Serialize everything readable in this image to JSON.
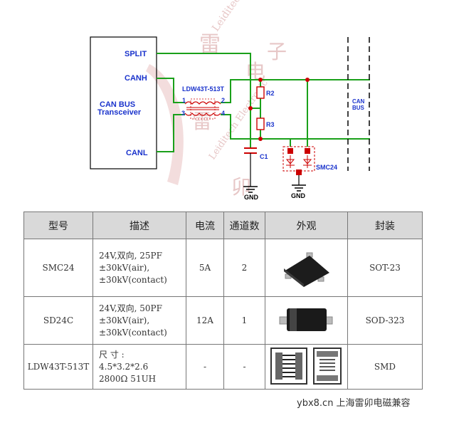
{
  "schematic": {
    "transceiver": [
      "CAN BUS",
      "Transceiver"
    ],
    "pins": {
      "split": "SPLIT",
      "canh": "CANH",
      "canl": "CANL"
    },
    "transformer": {
      "part": "LDW43T-513T",
      "p1": "1",
      "p2": "2",
      "p3": "3",
      "p4": "4"
    },
    "r2": "R2",
    "r3": "R3",
    "c1": "C1",
    "smc": "SMC24",
    "gnd1": "GND",
    "gnd2": "GND",
    "bus": [
      "CAN",
      "BUS"
    ],
    "watermark": [
      "雷",
      "Leiditech",
      "子",
      "电",
      "卯",
      "Leiditech Electronic",
      "雷"
    ],
    "colors": {
      "wire": "#1aa01a",
      "label": "#1a33cc",
      "component": "#cc0000"
    }
  },
  "table": {
    "headers": [
      "型号",
      "描述",
      "电流",
      "通道数",
      "外观",
      "封装"
    ],
    "rows": [
      {
        "model": "SMC24",
        "desc": [
          "24V,双向, 25PF",
          "±30kV(air),",
          "±30kV(contact)"
        ],
        "current": "5A",
        "channels": "2",
        "package": "SOT-23",
        "image": "sot23-icon"
      },
      {
        "model": "SD24C",
        "desc": [
          "24V,双向, 50PF",
          "±30kV(air),",
          "±30kV(contact)"
        ],
        "current": "12A",
        "channels": "1",
        "package": "SOD-323",
        "image": "sod323-icon"
      },
      {
        "model": "LDW43T-513T",
        "desc": [
          "尺 寸 :",
          "4.5*3.2*2.6",
          "2800Ω 51UH"
        ],
        "current": "-",
        "channels": "-",
        "package": "SMD",
        "image": "smd-inductor-icon"
      }
    ]
  },
  "footer": "ybx8.cn 上海雷卯电磁兼容"
}
